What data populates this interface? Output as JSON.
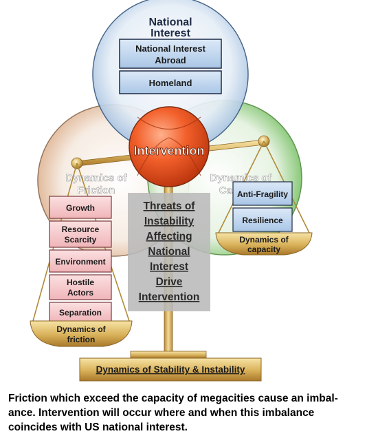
{
  "national_interest": {
    "title_line1": "National",
    "title_line2": "Interest",
    "box_abroad_line1": "National Interest",
    "box_abroad_line2": "Abroad",
    "box_homeland": "Homeland"
  },
  "friction_circle": {
    "label_line1": "Dynamics of",
    "label_line2": "Friction"
  },
  "capacity_circle": {
    "label_line1": "Dynamics of",
    "label_line2": "Capacity"
  },
  "intervention": "Intervention",
  "center_text": [
    "Threats of",
    "Instability",
    "Affecting",
    "National",
    "Interest",
    "Drive",
    "Intervention"
  ],
  "friction_pan": {
    "items": [
      {
        "line1": "Growth",
        "line2": ""
      },
      {
        "line1": "Resource",
        "line2": "Scarcity"
      },
      {
        "line1": "Environment",
        "line2": ""
      },
      {
        "line1": "Hostile",
        "line2": "Actors"
      },
      {
        "line1": "Separation",
        "line2": ""
      }
    ],
    "base_line1": "Dynamics of",
    "base_line2": "friction"
  },
  "capacity_pan": {
    "items": [
      "Anti-Fragility",
      "Resilience"
    ],
    "base_line1": "Dynamics of",
    "base_line2": "capacity"
  },
  "base_label": "Dynamics of Stability & Instability",
  "caption": [
    "Friction which exceed the capacity of megacities cause an imbal-",
    "ance. Intervention will occur where and when this imbalance",
    "coincides with US national interest."
  ],
  "colors": {
    "circle_blue": "#8fb3d9",
    "circle_tan": "#e3c4a8",
    "circle_green": "#7fc46a",
    "intervention_red": "#e8431b",
    "box_blue": "#c9dcf3",
    "box_pink": "#f6c9cc",
    "gold": "#c9a042",
    "center_gray": "#b5b5b5"
  }
}
